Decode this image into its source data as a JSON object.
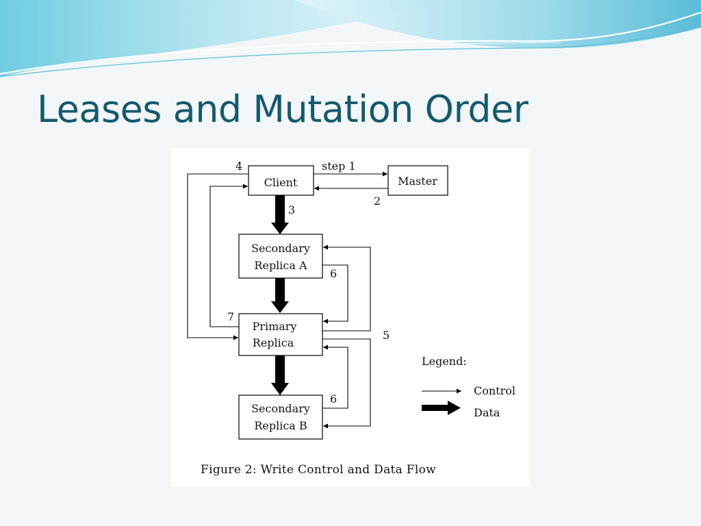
{
  "slide": {
    "title": "Leases and Mutation Order"
  },
  "theme": {
    "title_color": "#155a6e",
    "wave_light": "#c4eaf2",
    "wave_dark": "#5cc0da"
  },
  "diagram": {
    "nodes": {
      "client": "Client",
      "master": "Master",
      "secondary_a": [
        "Secondary",
        "Replica A"
      ],
      "primary": [
        "Primary",
        "Replica"
      ],
      "secondary_b": [
        "Secondary",
        "Replica B"
      ]
    },
    "step_labels": {
      "step1": "step 1",
      "step2": "2",
      "step3": "3",
      "step4": "4",
      "step5": "5",
      "step6_a": "6",
      "step6_b": "6",
      "step7": "7"
    },
    "legend": {
      "title": "Legend:",
      "control": "Control",
      "data": "Data"
    },
    "caption": "Figure 2:  Write Control and Data Flow"
  }
}
